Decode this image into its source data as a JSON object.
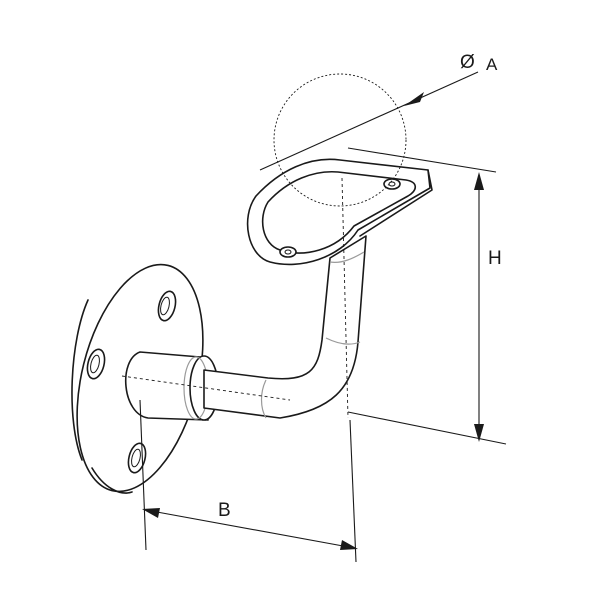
{
  "diagram": {
    "labels": {
      "diameter_symbol": "Ø",
      "diameter": "A",
      "height": "H",
      "projection": "B"
    },
    "colors": {
      "line": "#1a1a1a",
      "seam": "#9a9a9a",
      "background": "#ffffff"
    }
  }
}
